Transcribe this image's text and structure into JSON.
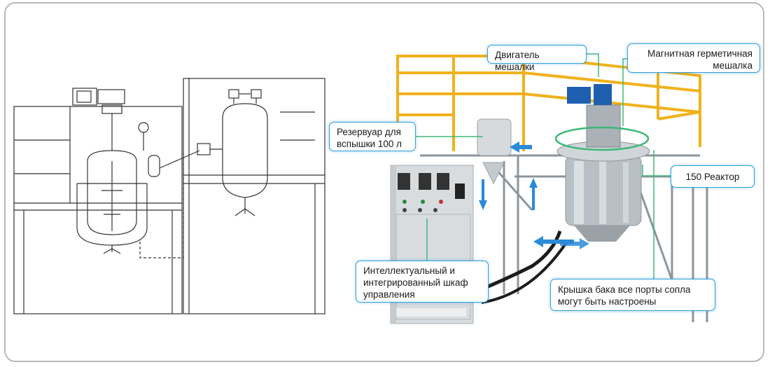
{
  "colors": {
    "accent": "#2fa0dc",
    "leader_line": "#3cb878",
    "frame_yellow": "#f0b21c",
    "cabinet": "#d8dcde",
    "motor_blue": "#1f5fb0",
    "steel": "#bfc6cc",
    "arrow": "#2b8ad8"
  },
  "labels": {
    "motor": "Двигатель мешалки",
    "magnetic": "Магнитная герметичная\nмешалка",
    "flash_tank": "Резервуар для\nвспышки 100 л",
    "reactor": "150 Реактор",
    "cabinet": "Интеллектуальный и\nинтегрированный шкаф\nуправления",
    "lid": "Крышка бака все порты сопла\nмогут быть настроены"
  },
  "icons": [
    "stirrer-motor-icon",
    "pressure-gauge-icon",
    "control-meter-icon",
    "flow-arrow-icon"
  ]
}
